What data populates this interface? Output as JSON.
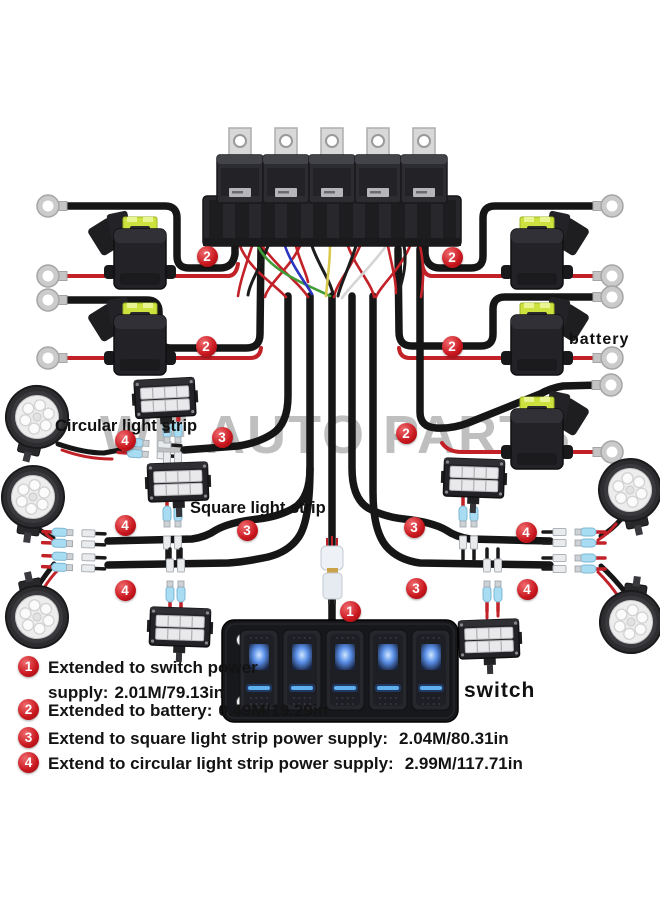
{
  "watermark": "WE AUTO PARTS",
  "labels": {
    "circular_light_strip": "Circular light strip",
    "square_light_strip": "Square light strip",
    "battery": "battery",
    "switch": "switch"
  },
  "markers": {
    "switch_power": "1",
    "battery": "2",
    "square_strip": "3",
    "circular_strip": "4"
  },
  "legend": {
    "items": [
      {
        "num": "1",
        "label": "Extended to switch power supply:",
        "value": "2.01M/79.13in"
      },
      {
        "num": "2",
        "label": "Extended to battery:",
        "value": "0.49M/19.29in"
      },
      {
        "num": "3",
        "label": "Extend to square light strip power supply:",
        "value": "2.04M/80.31in"
      },
      {
        "num": "4",
        "label": "Extend to circular light strip power supply:",
        "value": "2.99M/117.71in"
      }
    ]
  },
  "colors": {
    "marker_red": "#c8161d",
    "wire_black": "#161616",
    "wire_red": "#c22128",
    "fuse_yellow": "#cde23e",
    "connector_blue": "#a8dcf2",
    "led_blue": "#55a8f0",
    "watermark_gray": "#8b8b8b"
  }
}
